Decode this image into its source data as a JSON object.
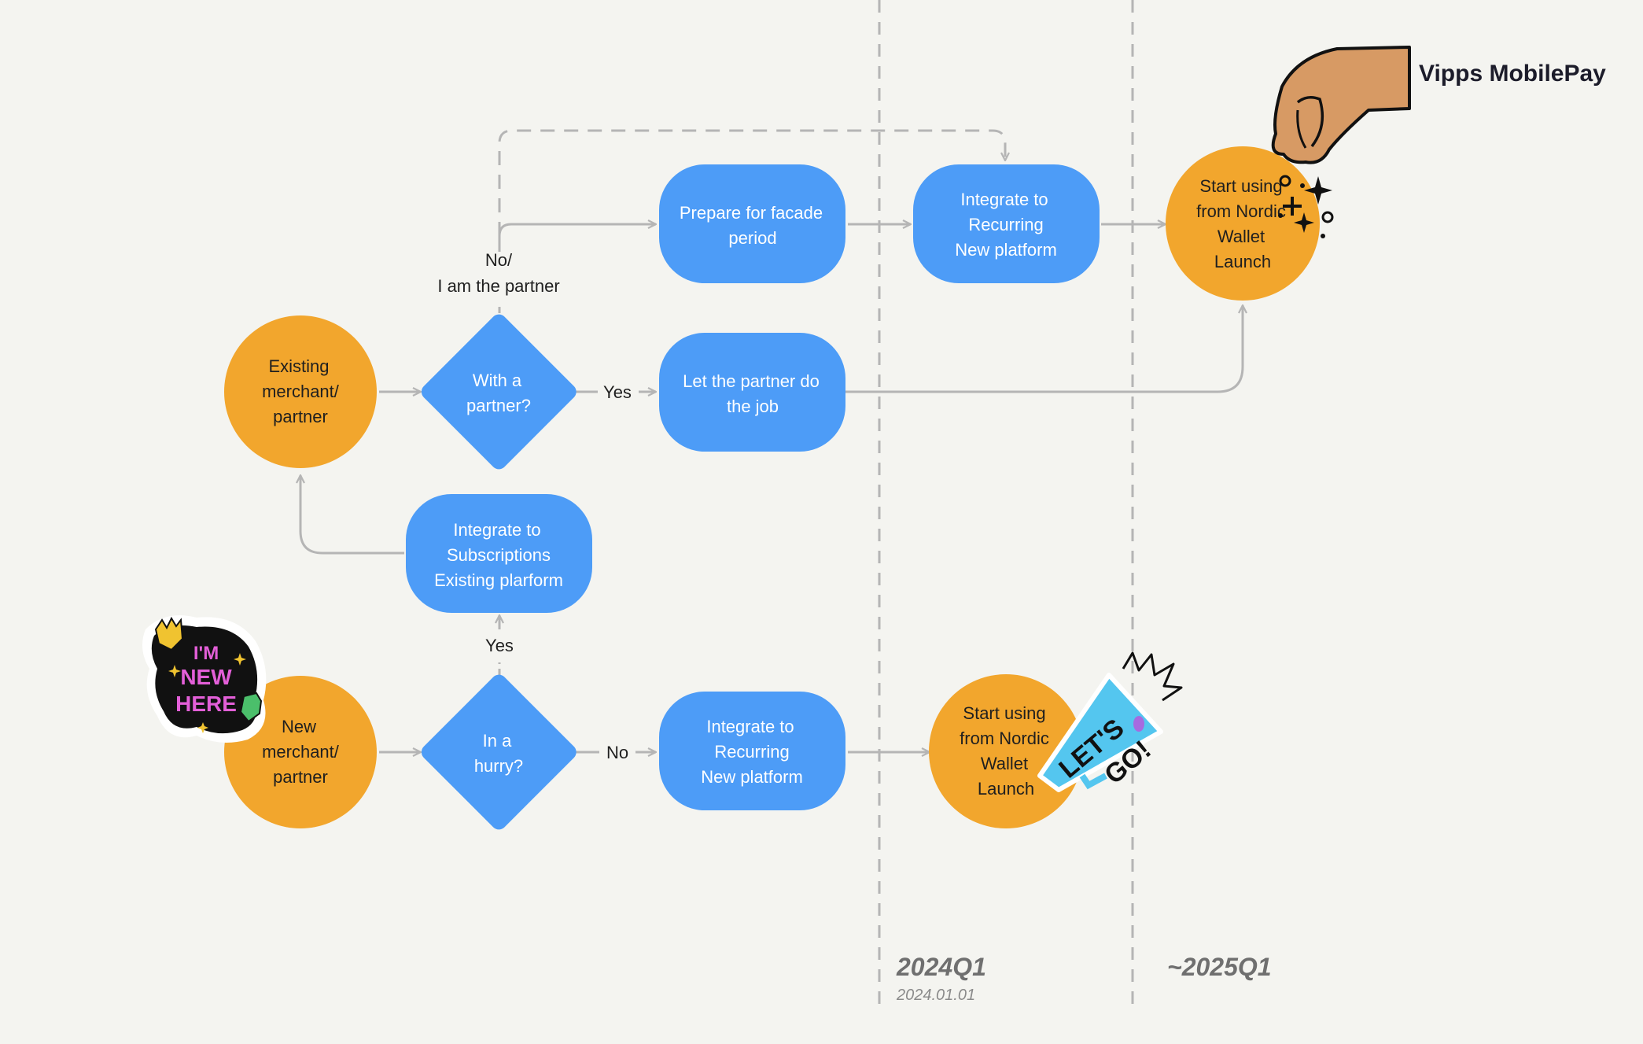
{
  "colors": {
    "background": "#f4f4f0",
    "circle": "#f2a62d",
    "box": "#4d9cf7",
    "connector": "#b5b5b5",
    "timeline": "#b5b5b5"
  },
  "brand": "Vipps MobilePay",
  "nodes": {
    "existing_merchant": [
      "Existing",
      "merchant/",
      "partner"
    ],
    "new_merchant": [
      "New",
      "merchant/",
      "partner"
    ],
    "with_partner": [
      "With a",
      "partner?"
    ],
    "in_a_hurry": [
      "In a",
      "hurry?"
    ],
    "prepare_facade": [
      "Prepare for facade",
      "period"
    ],
    "partner_do_job": [
      "Let the partner do",
      "the job"
    ],
    "integrate_subscriptions": [
      "Integrate to",
      "Subscriptions",
      "Existing plarform"
    ],
    "integrate_recurring_bottom": [
      "Integrate to",
      "Recurring",
      "New platform"
    ],
    "integrate_recurring_top": [
      "Integrate to",
      "Recurring",
      "New platform"
    ],
    "start_nordic_top": [
      "Start using",
      "from Nordic",
      "Wallet",
      "Launch"
    ],
    "start_nordic_bottom": [
      "Start using",
      "from Nordic",
      "Wallet",
      "Launch"
    ]
  },
  "edge_labels": {
    "no_partner": [
      "No/",
      "I am  the partner"
    ],
    "yes_partner": "Yes",
    "yes_hurry": "Yes",
    "no_hurry": "No"
  },
  "timeline": [
    {
      "label": "2024Q1",
      "date": "2024.01.01"
    },
    {
      "label": "~2025Q1",
      "date": ""
    }
  ],
  "stickers": {
    "new_here": [
      "I'M",
      "NEW",
      "HERE"
    ],
    "lets_go": [
      "LET'S",
      "GO!"
    ],
    "hand": "hand-sprinkle-icon"
  }
}
